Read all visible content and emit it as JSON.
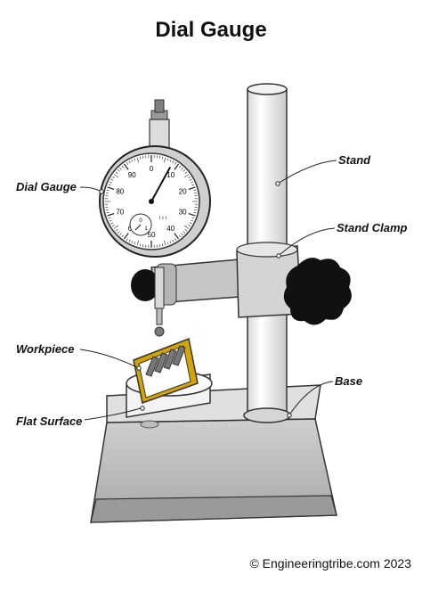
{
  "title": "Dial Gauge",
  "labels": {
    "dial_gauge": "Dial Gauge",
    "stand": "Stand",
    "stand_clamp": "Stand Clamp",
    "workpiece": "Workpiece",
    "flat_surface": "Flat Surface",
    "base": "Base"
  },
  "dial": {
    "outer_ticks": [
      "0",
      "10",
      "20",
      "30",
      "40",
      "50",
      "60",
      "70",
      "80",
      "90"
    ],
    "sub_ticks": [
      "0",
      "1"
    ],
    "range_marks": [
      "10",
      "50",
      "90"
    ],
    "reading": 0.08
  },
  "copyright": "© Engineeringtribe.com 2023"
}
